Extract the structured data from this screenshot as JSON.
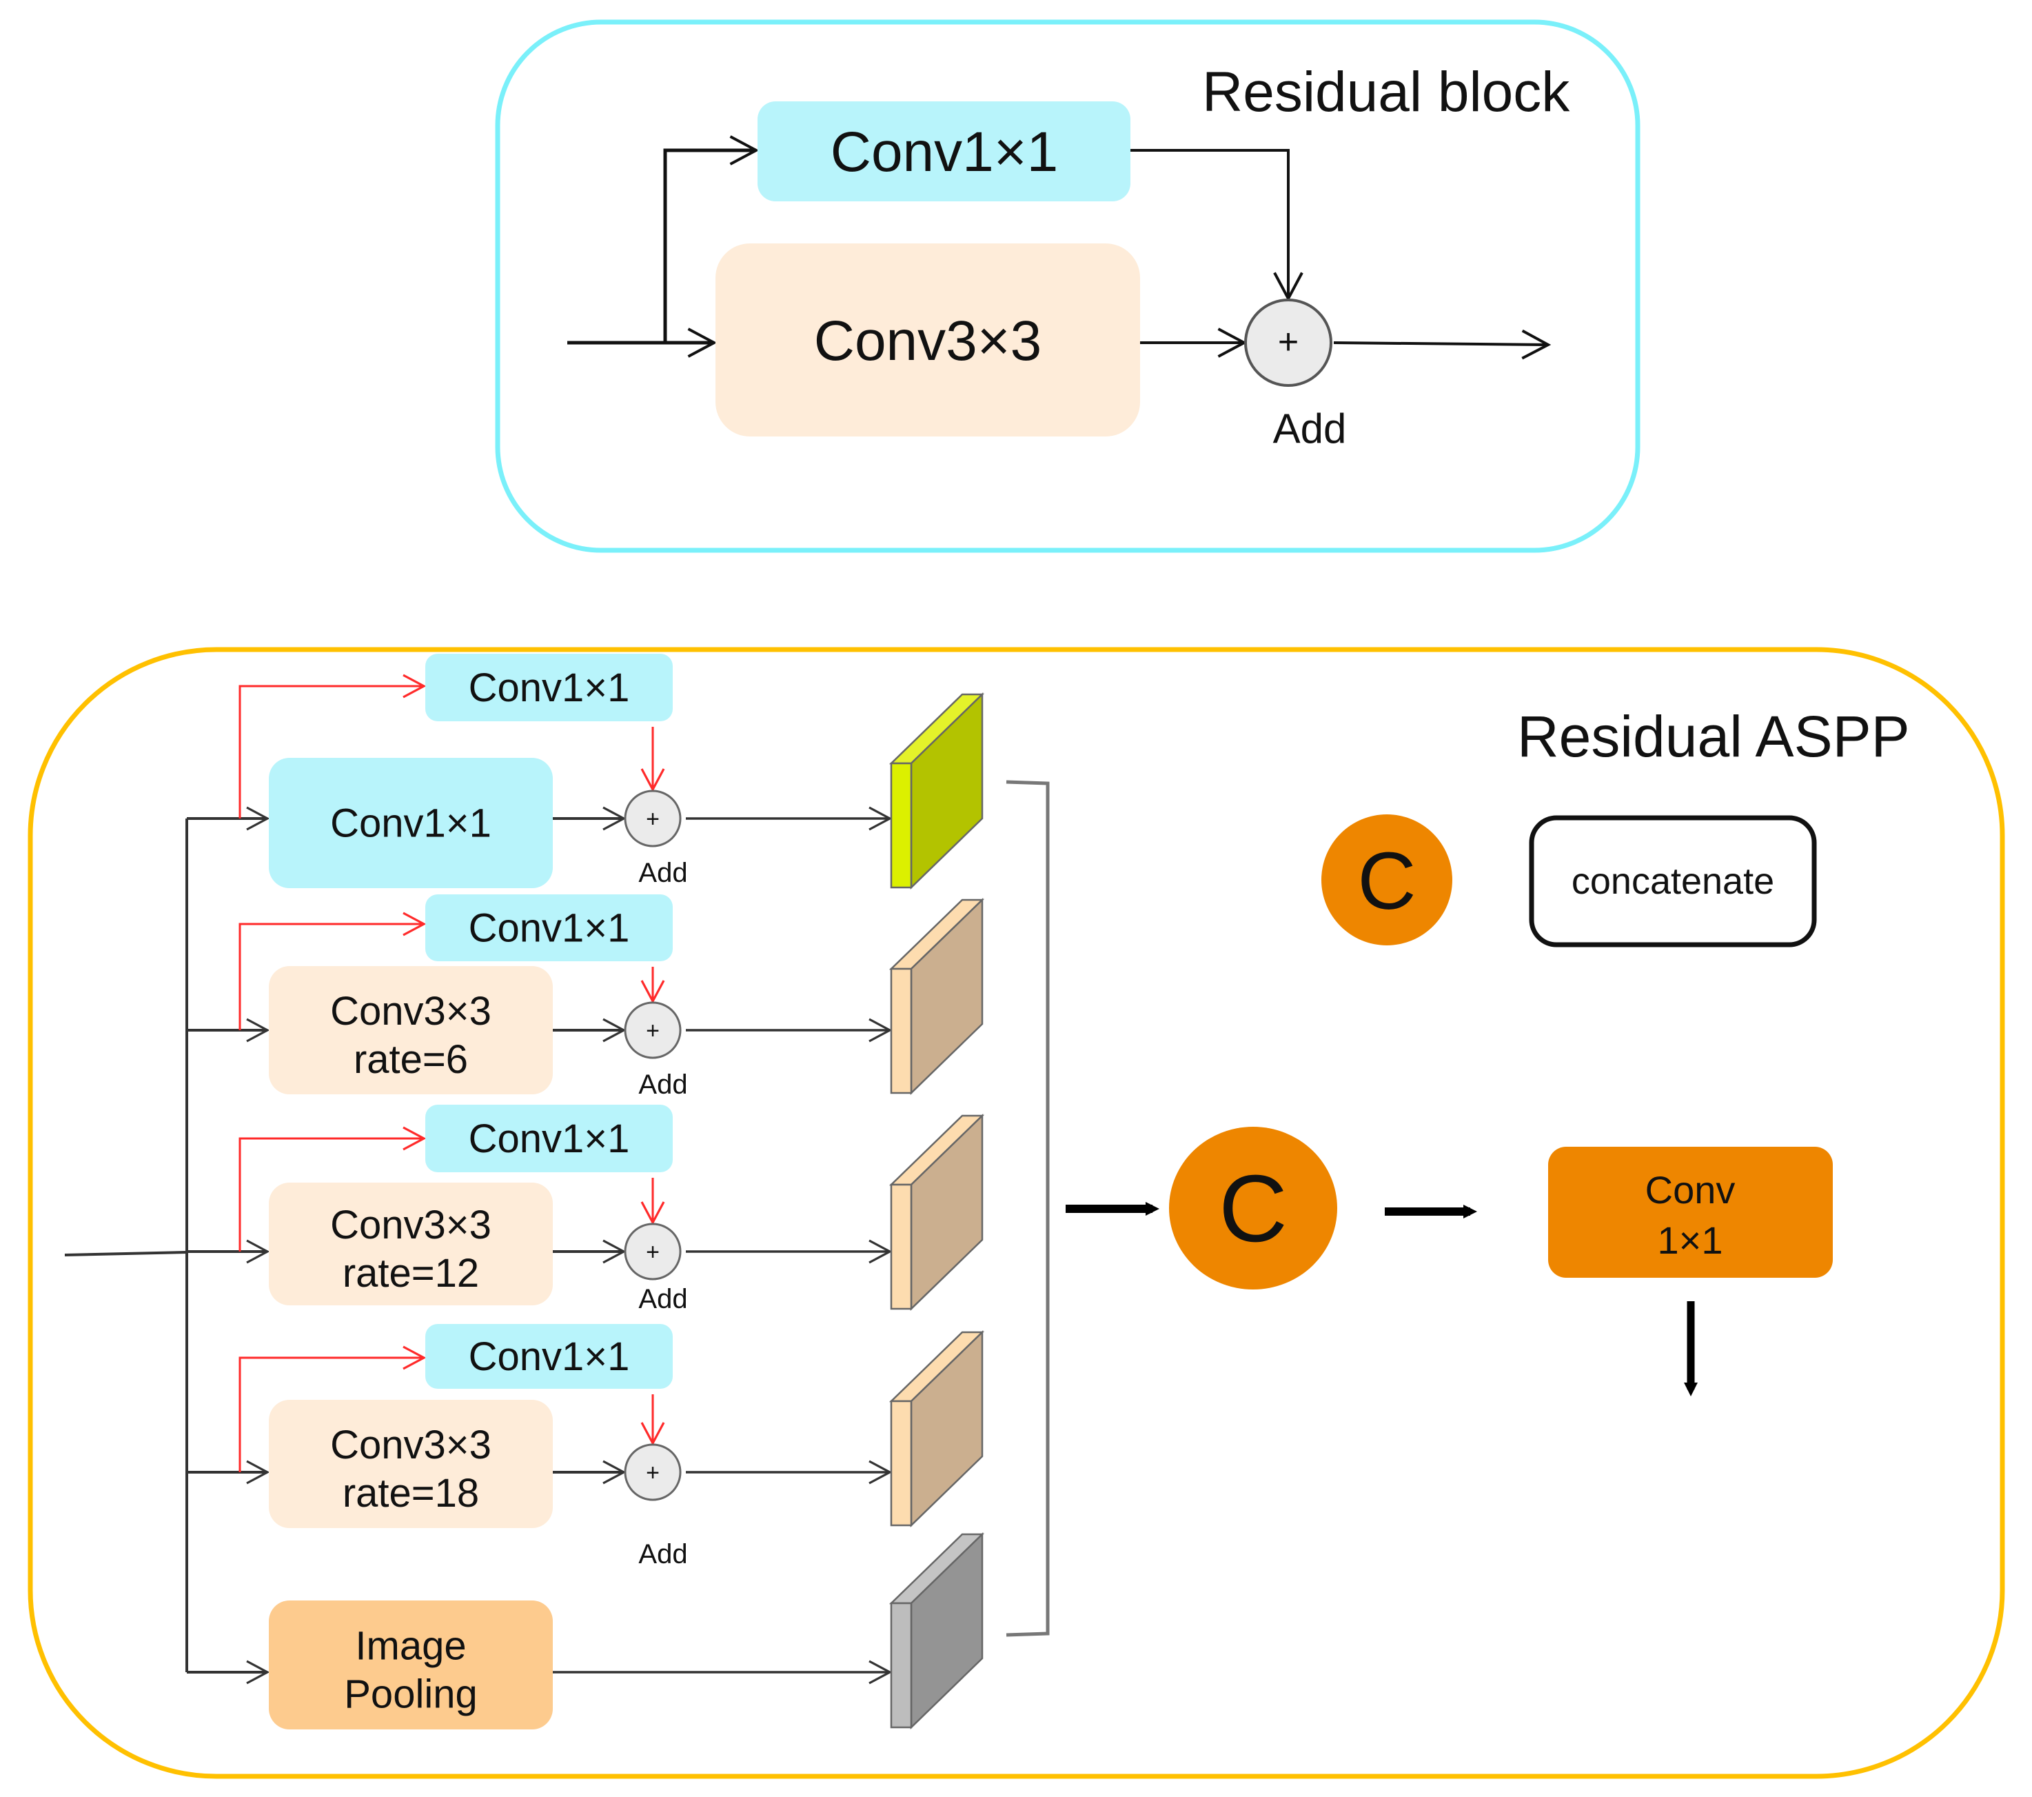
{
  "residual_block": {
    "title": "Residual block",
    "conv1x1_label": "Conv1×1",
    "conv3x3_label": "Conv3×3",
    "add_symbol": "+",
    "add_label": "Add",
    "colors": {
      "border": "#7af0fa",
      "conv1x1": "#b8f4fb",
      "conv3x3": "#feecd9",
      "add": "#ebebeb"
    }
  },
  "residual_aspp": {
    "title": "Residual ASPP",
    "shortcut_conv_label": "Conv1×1",
    "add_symbol": "+",
    "add_label": "Add",
    "branches": [
      {
        "line1": "Conv1×1",
        "line2": "",
        "kind": "conv1x1",
        "volume": "green",
        "has_residual": true
      },
      {
        "line1": "Conv3×3",
        "line2": "rate=6",
        "kind": "atrous",
        "volume": "tan",
        "has_residual": true
      },
      {
        "line1": "Conv3×3",
        "line2": "rate=12",
        "kind": "atrous",
        "volume": "tan",
        "has_residual": true
      },
      {
        "line1": "Conv3×3",
        "line2": "rate=18",
        "kind": "atrous",
        "volume": "tan",
        "has_residual": true
      },
      {
        "line1": "Image",
        "line2": "Pooling",
        "kind": "pooling",
        "volume": "grey",
        "has_residual": false
      }
    ],
    "concat_symbol": "C",
    "legend": {
      "symbol": "C",
      "text": "concatenate"
    },
    "output_conv": {
      "line1": "Conv",
      "line2": "1×1"
    },
    "colors": {
      "border": "#ffc000",
      "conv1x1": "#b8f4fb",
      "atrous": "#feecd9",
      "pooling": "#fdcb8e",
      "concat": "#ee8600",
      "shortcut_arrow": "#ff2a2a",
      "volume_green": [
        "#dcf000",
        "#b3c300",
        "#e4f22a"
      ],
      "volume_tan": [
        "#fddcaf",
        "#cbaf8f",
        "#fddcaf"
      ],
      "volume_grey": [
        "#bdbdbd",
        "#949494",
        "#c4c4c4"
      ]
    }
  }
}
